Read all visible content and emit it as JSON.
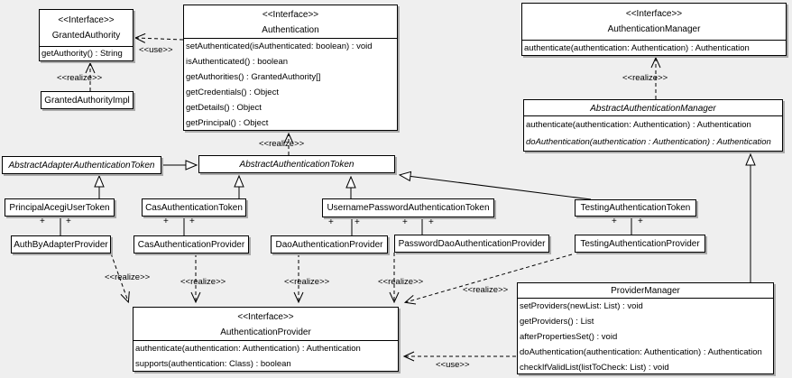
{
  "colors": {
    "background": "#efefef",
    "box_fill": "#ffffff",
    "box_border": "#000000",
    "shadow": "#aaaaaa"
  },
  "labels": {
    "realize": "<<realize>>",
    "use": "<<use>>",
    "plus": "+"
  },
  "classes": {
    "granted_authority": {
      "stereotype": "<<Interface>>",
      "name": "GrantedAuthority",
      "methods": [
        "getAuthority() : String"
      ]
    },
    "granted_authority_impl": {
      "name": "GrantedAuthorityImpl"
    },
    "authentication": {
      "stereotype": "<<Interface>>",
      "name": "Authentication",
      "methods": [
        "setAuthenticated(isAuthenticated: boolean) : void",
        "isAuthenticated() : boolean",
        "getAuthorities() : GrantedAuthority[]",
        "getCredentials() : Object",
        "getDetails() : Object",
        "getPrincipal() : Object"
      ]
    },
    "authentication_manager": {
      "stereotype": "<<Interface>>",
      "name": "AuthenticationManager",
      "methods": [
        "authenticate(authentication: Authentication) : Authentication"
      ]
    },
    "abstract_authentication_manager": {
      "name": "AbstractAuthenticationManager",
      "methods": [
        "authenticate(authentication: Authentication) : Authentication",
        "doAuthentication(authentication : Authentication) : Authentication"
      ]
    },
    "abstract_adapter_authentication_token": {
      "name": "AbstractAdapterAuthenticationToken"
    },
    "abstract_authentication_token": {
      "name": "AbstractAuthenticationToken"
    },
    "principal_acegi_user_token": {
      "name": "PrincipalAcegiUserToken"
    },
    "cas_authentication_token": {
      "name": "CasAuthenticationToken"
    },
    "username_password_authentication_token": {
      "name": "UsernamePasswordAuthenticationToken"
    },
    "testing_authentication_token": {
      "name": "TestingAuthenticationToken"
    },
    "auth_by_adapter_provider": {
      "name": "AuthByAdapterProvider"
    },
    "cas_authentication_provider": {
      "name": "CasAuthenticationProvider"
    },
    "dao_authentication_provider": {
      "name": "DaoAuthenticationProvider"
    },
    "password_dao_authentication_provider": {
      "name": "PasswordDaoAuthenticationProvider"
    },
    "testing_authentication_provider": {
      "name": "TestingAuthenticationProvider"
    },
    "authentication_provider": {
      "stereotype": "<<Interface>>",
      "name": "AuthenticationProvider",
      "methods": [
        "authenticate(authentication: Authentication) : Authentication",
        "supports(authentication: Class) : boolean"
      ]
    },
    "provider_manager": {
      "name": "ProviderManager",
      "methods": [
        "setProviders(newList: List) : void",
        "getProviders() : List",
        "afterPropertiesSet() : void",
        "doAuthentication(authentication: Authentication) : Authentication",
        "checkIfValidList(listToCheck: List) : void"
      ]
    }
  }
}
